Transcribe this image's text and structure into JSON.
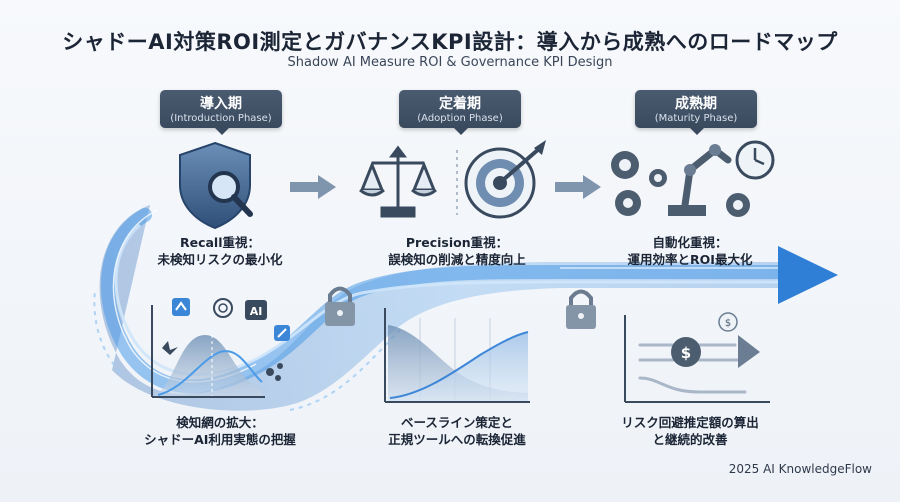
{
  "title": "シャドーAI対策ROI測定とガバナンスKPI設計：導入から成熟へのロードマップ",
  "subtitle": "Shadow AI Measure ROI & Governance KPI Design",
  "phases": [
    {
      "title": "導入期",
      "subtitle": "(Introduction Phase)"
    },
    {
      "title": "定着期",
      "subtitle": "(Adoption Phase)"
    },
    {
      "title": "成熟期",
      "subtitle": "(Maturity Phase)"
    }
  ],
  "focus": [
    {
      "line1": "Recall重視：",
      "line2": "未検知リスクの最小化"
    },
    {
      "line1": "Precision重視：",
      "line2": "誤検知の削減と精度向上"
    },
    {
      "line1": "自動化重視：",
      "line2": "運用効率とROI最大化"
    }
  ],
  "outcomes": [
    {
      "line1": "検知網の拡大：",
      "line2": "シャドーAI利用実態の把握"
    },
    {
      "line1": "ベースライン策定と",
      "line2": "正規ツールへの転換促進"
    },
    {
      "line1": "リスク回避推定額の算出",
      "line2": "と継続的改善"
    }
  ],
  "icons": {
    "ai_badge": "AI",
    "currency": "$"
  },
  "footer": "2025 AI KnowledgeFlow",
  "colors": {
    "accent": "#3d86d8",
    "dark": "#3a4a5e",
    "stream": "#5aa7ef"
  }
}
